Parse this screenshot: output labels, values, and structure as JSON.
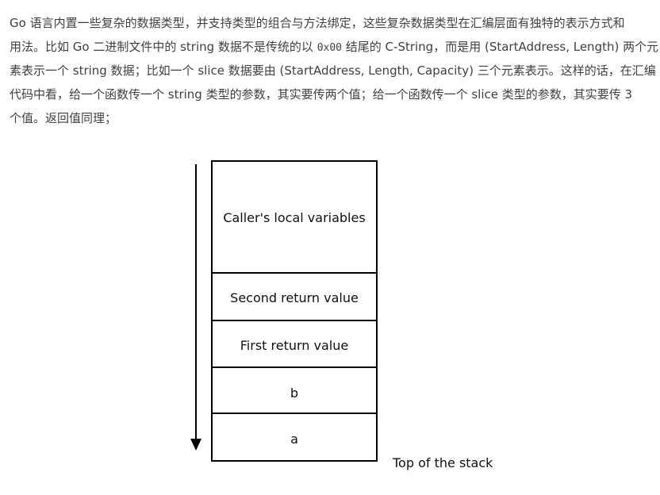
{
  "article": {
    "line1": "Go 语言内置一些复杂的数据类型，并支持类型的组合与方法绑定，这些复杂数据类型在汇编层面有独特的表示方式和",
    "line2_a": "用法。比如 Go 二进制文件中的 string 数据不是传统的以 ",
    "line2_code": "0x00",
    "line2_b": " 结尾的 C-String，而是用 (StartAddress, Length) 两个元",
    "line3": "素表示一个 string 数据；比如一个 slice 数据要由 (StartAddress, Length, Capacity) 三个元素表示。这样的话，在汇编",
    "line4": "代码中看，给一个函数传一个 string 类型的参数，其实要传两个值；给一个函数传一个 slice 类型的参数，其实要传 3",
    "line5": "个值。返回值同理；"
  },
  "diagram": {
    "blocks": [
      "Caller's local variables",
      "Second return value",
      "First return value",
      "b",
      "a"
    ],
    "bottom_label": "Top of the stack"
  }
}
